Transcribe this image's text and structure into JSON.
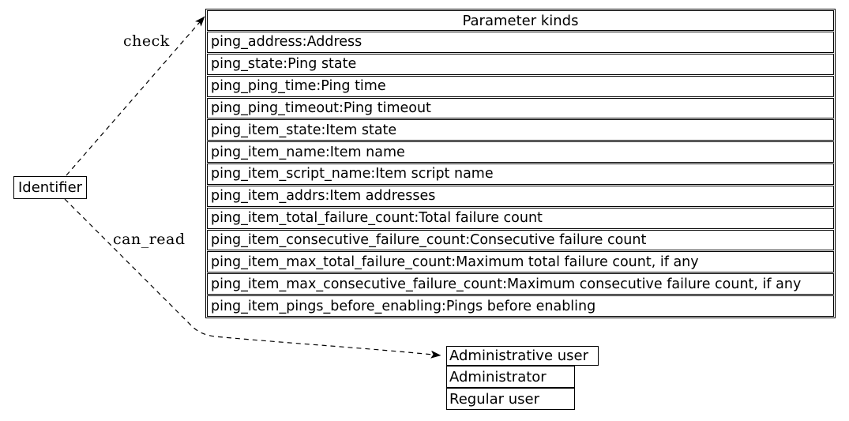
{
  "diagram": {
    "nodes": {
      "identifier": {
        "label": "Identifier"
      },
      "parameter_kinds": {
        "title": "Parameter kinds",
        "rows": [
          "ping_address:Address",
          "ping_state:Ping state",
          "ping_ping_time:Ping time",
          "ping_ping_timeout:Ping timeout",
          "ping_item_state:Item state",
          "ping_item_name:Item name",
          "ping_item_script_name:Item script name",
          "ping_item_addrs:Item addresses",
          "ping_item_total_failure_count:Total failure count",
          "ping_item_consecutive_failure_count:Consecutive failure count",
          "ping_item_max_total_failure_count:Maximum total failure count, if any",
          "ping_item_max_consecutive_failure_count:Maximum consecutive failure count, if any",
          "ping_item_pings_before_enabling:Pings before enabling"
        ]
      },
      "user_kinds": {
        "header": "Administrative user",
        "rows": [
          "Administrator",
          "Regular user"
        ]
      }
    },
    "edges": {
      "check": {
        "label": "check"
      },
      "can_read": {
        "label": "can_read"
      }
    },
    "colors": {
      "line": "#000000",
      "text": "#000000",
      "background": "#ffffff"
    }
  }
}
